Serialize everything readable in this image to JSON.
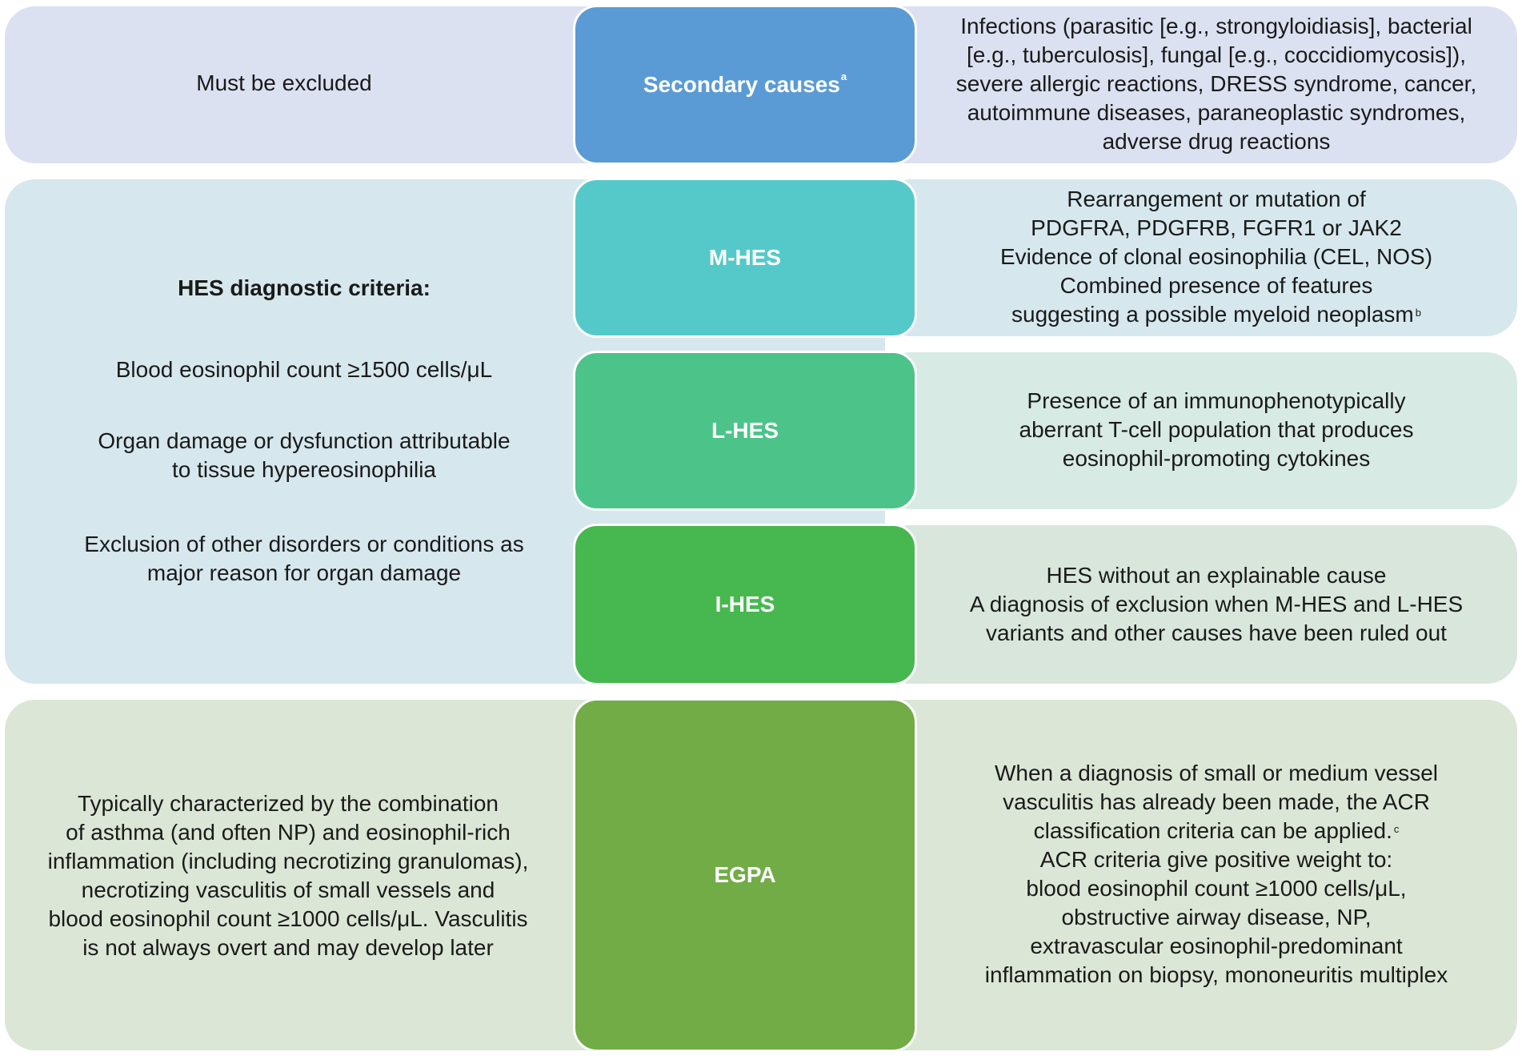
{
  "colors": {
    "band_secondary": "#dbe1f1",
    "band_hes": "#d6e7ed",
    "band_hes_right_m": "#d6e8ee",
    "band_hes_right_l": "#d7eae3",
    "band_hes_right_i": "#d8e6dc",
    "band_egpa": "#dbe6d6",
    "box_secondary": "#5b9bd5",
    "box_mhes": "#55c9c9",
    "box_lhes": "#4cc389",
    "box_ihes": "#47b84f",
    "box_egpa": "#72ac46"
  },
  "secondary": {
    "left": "Must be excluded",
    "box": "Secondary causes",
    "box_sup": "a",
    "desc": [
      "Infections (parasitic [e.g., strongyloidiasis], bacterial",
      "[e.g., tuberculosis], fungal [e.g., coccidiomycosis]),",
      "severe allergic reactions, DRESS syndrome, cancer,",
      "autoimmune diseases, paraneoplastic syndromes,",
      "adverse drug reactions"
    ]
  },
  "hes": {
    "heading": "HES diagnostic criteria:",
    "criteria": [
      [
        "Blood eosinophil count ≥1500 cells/μL"
      ],
      [
        "Organ damage or dysfunction attributable",
        "to tissue hypereosinophilia"
      ],
      [
        "Exclusion of other disorders or conditions as",
        "major reason for organ damage"
      ]
    ],
    "mhes": {
      "box": "M-HES",
      "desc": [
        "Rearrangement or mutation of",
        "PDGFRA, PDGFRB, FGFR1 or JAK2",
        "Evidence of clonal eosinophilia (CEL, NOS)",
        "Combined presence of features",
        "suggesting a possible myeloid neoplasm"
      ],
      "desc_sup": "b"
    },
    "lhes": {
      "box": "L-HES",
      "desc": [
        "Presence of an immunophenotypically",
        "aberrant T-cell population that produces",
        "eosinophil-promoting cytokines"
      ]
    },
    "ihes": {
      "box": "I-HES",
      "desc": [
        "HES without an explainable cause",
        "A diagnosis of exclusion when M-HES and L-HES",
        "variants and other causes have been ruled out"
      ]
    }
  },
  "egpa": {
    "box": "EGPA",
    "left": [
      "Typically characterized by the combination",
      "of asthma (and often NP) and eosinophil-rich",
      "inflammation (including necrotizing granulomas),",
      "necrotizing vasculitis of small vessels and",
      "blood eosinophil count ≥1000 cells/μL. Vasculitis",
      "is not always overt and may develop later"
    ],
    "desc": [
      "When a diagnosis of small or medium vessel",
      "vasculitis has already been made, the ACR",
      "classification criteria can be applied.",
      "ACR criteria give positive weight to:",
      "blood eosinophil count ≥1000 cells/μL,",
      "obstructive airway disease, NP,",
      "extravascular eosinophil-predominant",
      "inflammation on biopsy, mononeuritis multiplex"
    ],
    "desc_sup": "c",
    "desc_sup_line": 2
  }
}
